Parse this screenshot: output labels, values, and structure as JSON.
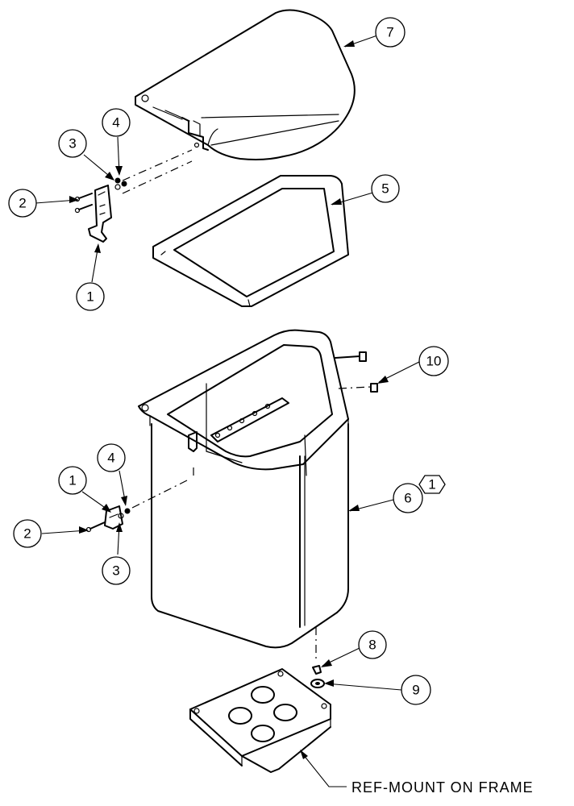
{
  "callouts": [
    {
      "id": "c1a",
      "label": "1"
    },
    {
      "id": "c2a",
      "label": "2"
    },
    {
      "id": "c3a",
      "label": "3"
    },
    {
      "id": "c4a",
      "label": "4"
    },
    {
      "id": "c5",
      "label": "5"
    },
    {
      "id": "c7",
      "label": "7"
    },
    {
      "id": "c10",
      "label": "10"
    },
    {
      "id": "c1b",
      "label": "1"
    },
    {
      "id": "c2b",
      "label": "2"
    },
    {
      "id": "c3b",
      "label": "3"
    },
    {
      "id": "c4b",
      "label": "4"
    },
    {
      "id": "c6",
      "label": "6"
    },
    {
      "id": "c8",
      "label": "8"
    },
    {
      "id": "c9",
      "label": "9"
    }
  ],
  "note_flag": {
    "label": "1"
  },
  "reference_note": "REF-MOUNT ON FRAME"
}
